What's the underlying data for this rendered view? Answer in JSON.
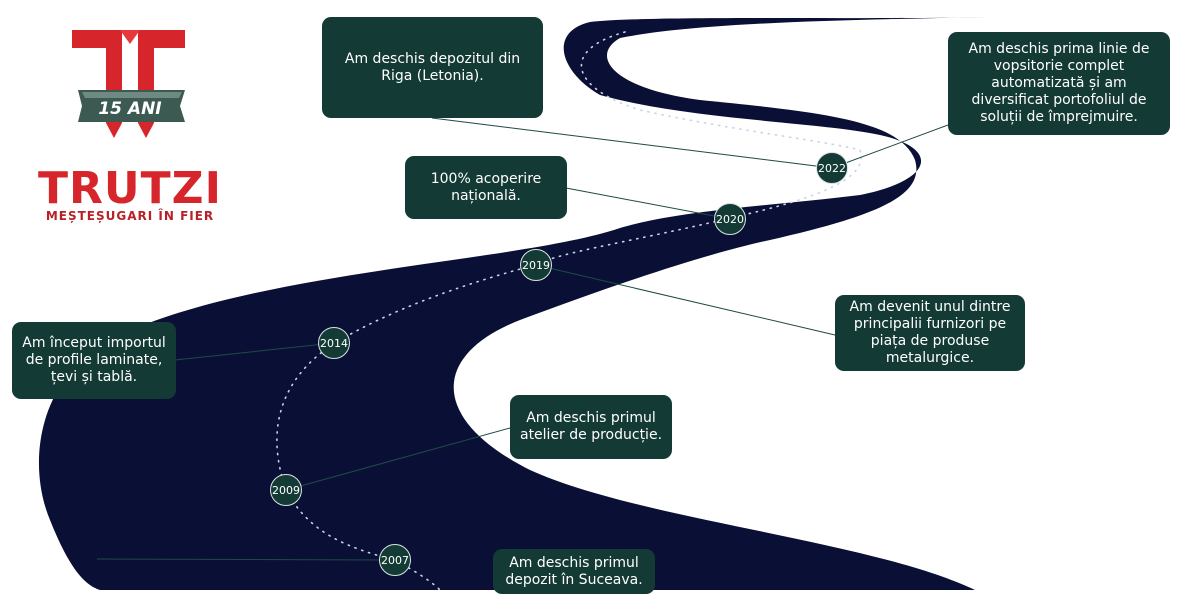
{
  "logo": {
    "anniversary": "15 ANI",
    "brand": "TRUTZI",
    "tagline": "MEȘTEȘUGARI ÎN FIER",
    "brand_color": "#d7262b",
    "ribbon_color": "#3d5a52"
  },
  "colors": {
    "road": "#0a1035",
    "callout_bg": "#143a35",
    "connector": "#1f4a43"
  },
  "milestones": [
    {
      "year": "2007",
      "text": "Am deschis primul depozit în Suceava."
    },
    {
      "year": "2009",
      "text": "Am deschis primul atelier de producție."
    },
    {
      "year": "2014",
      "text": "Am început importul de profile laminate, țevi și tablă."
    },
    {
      "year": "2019",
      "text": "Am devenit unul dintre principalii furnizori pe piața de produse metalurgice."
    },
    {
      "year": "2020",
      "text": "100% acoperire națională."
    },
    {
      "year": "2022",
      "text": "Am deschis prima linie de vopsitorie complet automatizată și am diversificat portofoliul de soluții de împrejmuire."
    },
    {
      "year": "2022",
      "text": "Am deschis depozitul din Riga (Letonia)."
    }
  ]
}
